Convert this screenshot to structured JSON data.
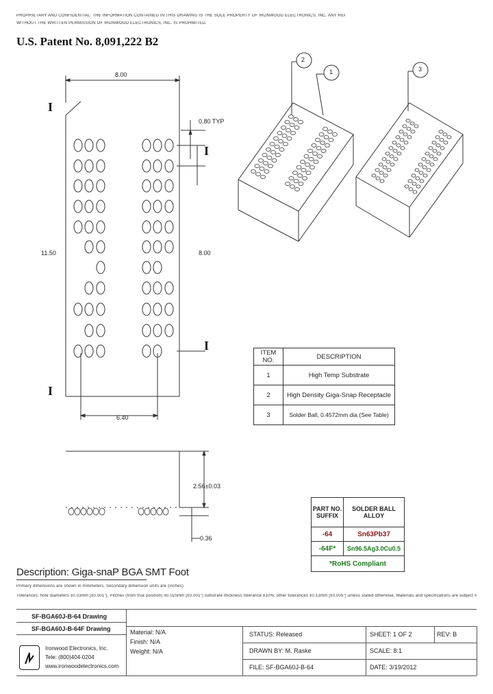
{
  "header": {
    "notice_line1": "PROPRIETARY AND CONFIDENTIAL: THE INFORMATION CONTAINED IN THIS DRAWING IS THE SOLE PROPERTY OF IRONWOOD ELECTRONICS, INC. ANY REPRODUCTION IN PART OR AS A WHOLE",
    "notice_line2": "WITHOUT THE WRITTEN PERMISSION OF IRONWOOD ELECTRONICS, INC. IS PROHIBITED.",
    "patent": "U.S. Patent No. 8,091,222 B2"
  },
  "dimensions": {
    "top_width": "8.00",
    "pitch": "0.80 TYP",
    "height_left": "11.50",
    "right_span": "8.00",
    "bottom_width": "6.40",
    "side_height": "2.56±0.03",
    "ball_height": "0.36"
  },
  "markers": {
    "left": "I",
    "right": "I"
  },
  "callouts": [
    "1",
    "2",
    "3"
  ],
  "items_table": {
    "headers": [
      "ITEM NO.",
      "DESCRIPTION"
    ],
    "rows": [
      {
        "no": "1",
        "desc": "High Temp Substrate"
      },
      {
        "no": "2",
        "desc": "High Density Giga-Snap Receptacle"
      },
      {
        "no": "3",
        "desc": "Solder Ball, 0.4572mm dia (See Table)"
      }
    ]
  },
  "alloy_table": {
    "header_suffix": "PART NO. SUFFIX",
    "header_alloy": "SOLDER BALL ALLOY",
    "rows": [
      {
        "suffix": "-64",
        "alloy": "Sn63Pb37",
        "color": "#8b1a1a"
      },
      {
        "suffix": "-64F*",
        "alloy": "Sn96.5Ag3.0Cu0.5",
        "color": "#1a7a1a"
      }
    ],
    "footnote": "*RoHS Compliant",
    "footnote_color": "#1a7a1a"
  },
  "description": {
    "title": "Description: Giga-snaP BGA SMT Foot",
    "note1": "Primary dimensions are shown in millimeters, Secondary dimension units are (inches)",
    "note2": "Tolerances: hole diameters ±0.03mm [±0.001\"], Pitches (from true position) ±0.025mm [±0.001\"] substrate thickness tolerance ±10%; other tolerances ±0.13mm [±0.005\"] unless stated otherwise. Materials and specifications are subject to change without notice."
  },
  "title_block": {
    "drawing1": "SF-BGA60J-B-64 Drawing",
    "drawing2": "SF-BGA60J-B-64F Drawing",
    "material": "Material: N/A",
    "finish": "Finish: N/A",
    "weight": "Weight: N/A",
    "company": "Ironwood Electronics, Inc.",
    "tel": "Tele: (800)404-0204",
    "web": "www.ironwoodelectronics.com",
    "status": "STATUS: Released",
    "sheet": "SHEET: 1 OF 2",
    "rev": "REV: B",
    "drawn_by": "DRAWN BY: M. Raske",
    "scale": "SCALE: 8:1",
    "file": "FILE: SF-BGA60J-B-64",
    "date": "DATE: 3/19/2012"
  },
  "colors": {
    "line": "#333333",
    "red_alloy": "#8b1a1a",
    "green_alloy": "#1a7a1a"
  }
}
